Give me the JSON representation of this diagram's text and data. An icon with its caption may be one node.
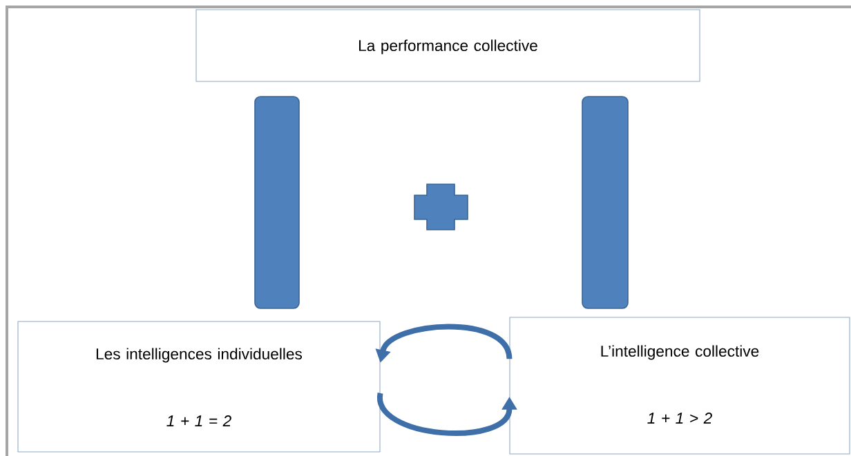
{
  "diagram": {
    "nodes": [
      {
        "text": [
          "La performance collective"
        ]
      },
      {
        "text": [
          "Les intelligences individuelles",
          "1 + 1 = 2"
        ]
      },
      {
        "text": [
          "L’intelligence collective",
          "1 + 1 > 2"
        ]
      },
      {
        "text": [],
        "shape": "bar"
      },
      {
        "text": [],
        "shape": "cross"
      },
      {
        "text": [],
        "shape": "bar"
      }
    ],
    "edges": [
      {
        "from": 2,
        "to": 1,
        "arrow": "to"
      },
      {
        "from": 1,
        "to": 2,
        "arrow": "to"
      }
    ]
  }
}
